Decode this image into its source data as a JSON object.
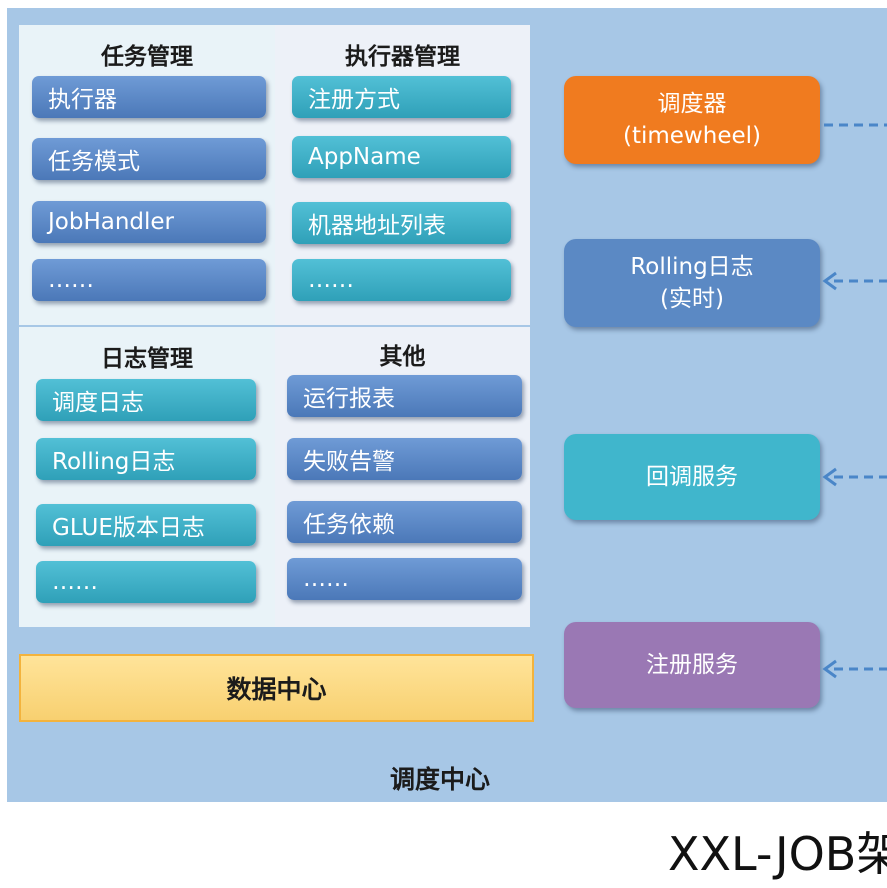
{
  "quadrants": {
    "task": {
      "title": "任务管理",
      "items": [
        "执行器",
        "任务模式",
        "JobHandler",
        "……"
      ]
    },
    "executor": {
      "title": "执行器管理",
      "items": [
        "注册方式",
        "AppName",
        "机器地址列表",
        "……"
      ]
    },
    "log": {
      "title": "日志管理",
      "items": [
        "调度日志",
        "Rolling日志",
        "GLUE版本日志",
        "……"
      ]
    },
    "other": {
      "title": "其他",
      "items": [
        "运行报表",
        "失败告警",
        "任务依赖",
        "……"
      ]
    }
  },
  "services": {
    "scheduler": {
      "line1": "调度器",
      "line2": "(timewheel)",
      "color": "#f07b1f"
    },
    "rolling": {
      "line1": "Rolling日志",
      "line2": "(实时)",
      "color": "#5b89c4"
    },
    "callback": {
      "line1": "回调服务",
      "color": "#40b6cc"
    },
    "registry": {
      "line1": "注册服务",
      "color": "#9a78b4"
    }
  },
  "data_center": "数据中心",
  "center_label": "调度中心",
  "page_title": "XXL-JOB架",
  "colors": {
    "background": "#a7c7e6",
    "blue_pill": "#5b89c4",
    "teal_pill": "#40b6cc",
    "data_center": "#fbd97f",
    "arrow": "#4a86c8"
  }
}
